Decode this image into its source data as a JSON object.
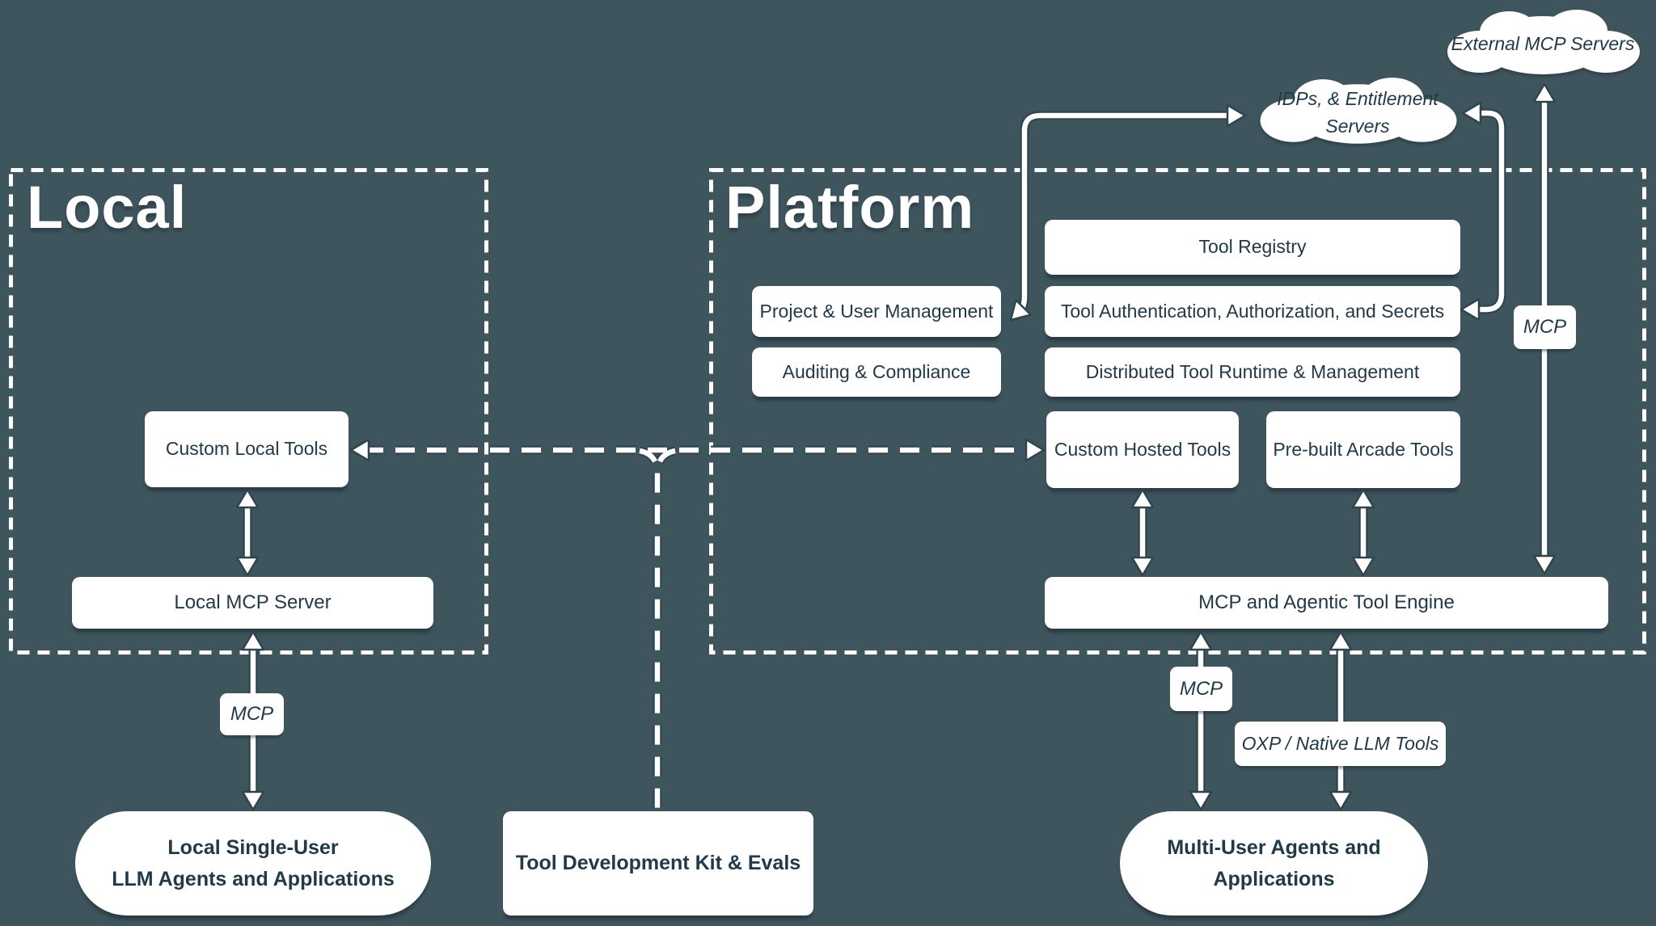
{
  "colors": {
    "background": "#3F555E",
    "node_text": "#213A49",
    "node_fill": "#FFFFFF",
    "line": "#FFFFFF"
  },
  "regions": {
    "local": {
      "title": "Local"
    },
    "platform": {
      "title": "Platform"
    }
  },
  "clouds": {
    "external": {
      "label": "External MCP Servers"
    },
    "idps": {
      "line1": "IDPs, & Entitlement",
      "line2": "Servers"
    }
  },
  "nodes": {
    "custom_local_tools": "Custom Local Tools",
    "local_mcp_server": "Local MCP Server",
    "tool_registry": "Tool Registry",
    "project_user_management": "Project & User Management",
    "tool_authentication": "Tool Authentication, Authorization, and Secrets",
    "auditing_compliance": "Auditing & Compliance",
    "distributed_runtime": "Distributed Tool Runtime & Management",
    "custom_hosted_tools": "Custom Hosted Tools",
    "prebuilt_arcade_tools": "Pre-built Arcade Tools",
    "mcp_engine": "MCP and Agentic Tool Engine",
    "tool_dev_kit": "Tool Development Kit & Evals"
  },
  "bottom": {
    "local_agents_line1": "Local Single-User",
    "local_agents_line2": "LLM Agents and Applications",
    "multi_agents_line1": "Multi-User Agents and",
    "multi_agents_line2": "Applications"
  },
  "edge_labels": {
    "mcp_local": "MCP",
    "mcp_engine": "MCP",
    "mcp_external": "MCP",
    "oxp": "OXP / Native LLM Tools"
  }
}
